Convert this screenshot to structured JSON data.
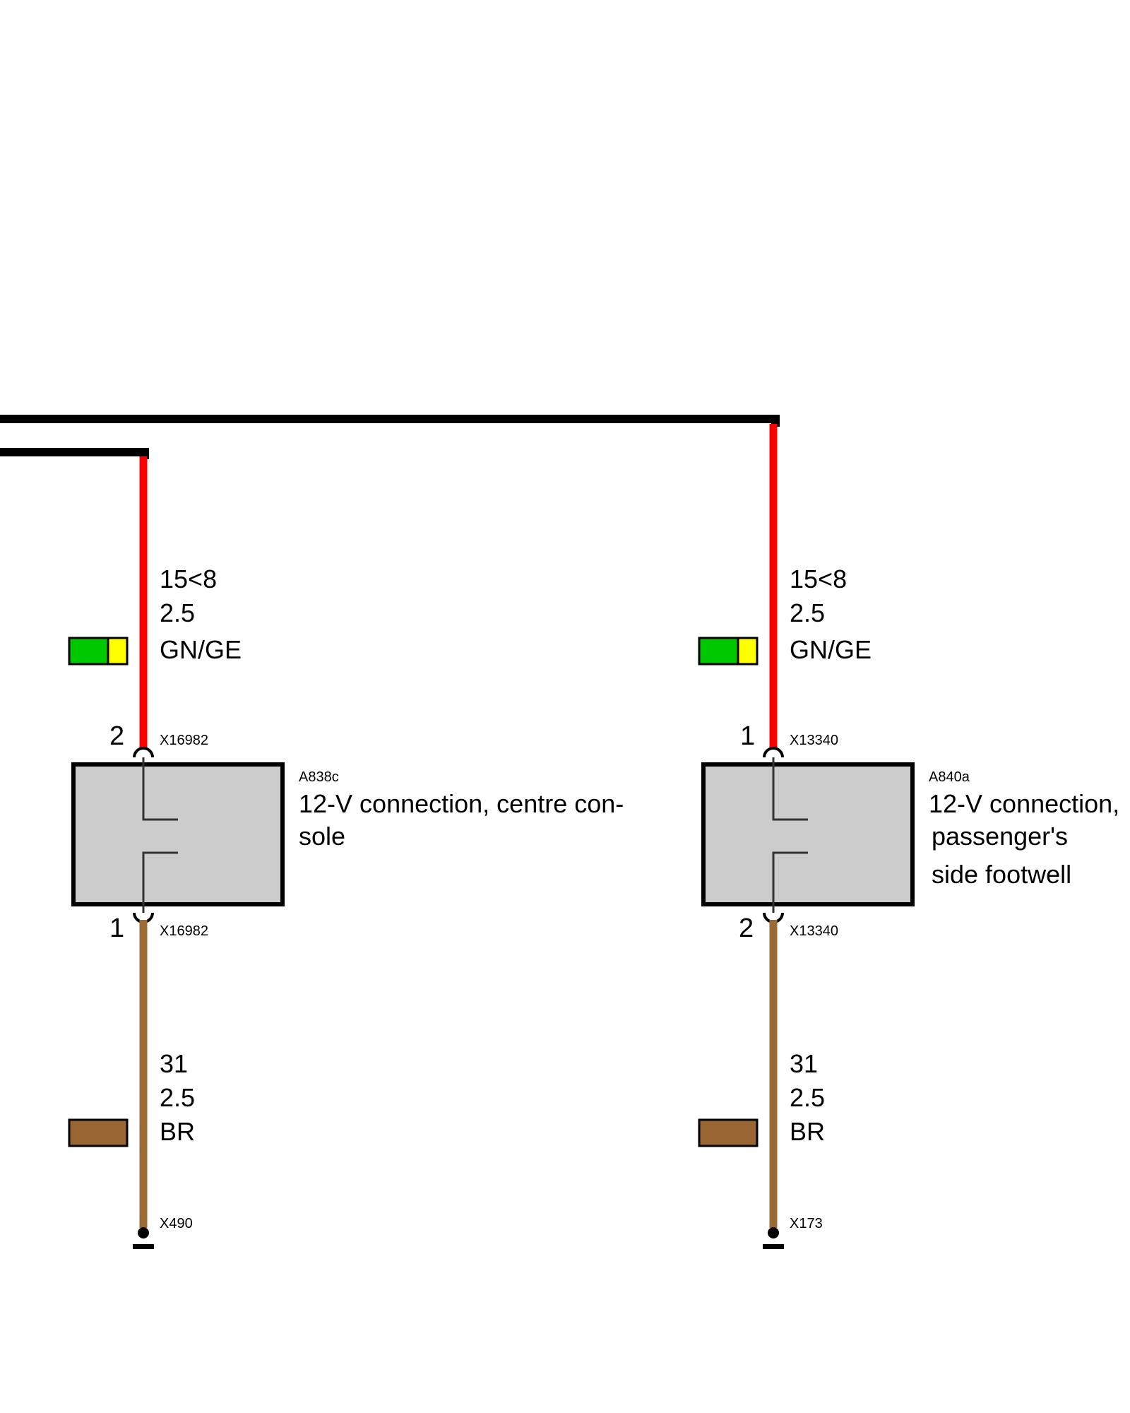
{
  "colors": {
    "harness": "#000000",
    "red_wire": "#ff0000",
    "brown_wire": "#9b6b35",
    "green": "#00c800",
    "yellow": "#ffff00",
    "brown": "#996633",
    "component_fill": "#cccccc"
  },
  "left": {
    "top_wire": {
      "signal": "15<8",
      "gauge": "2.5",
      "color_code": "GN/GE"
    },
    "connector_top": {
      "pin": "2",
      "id": "X16982"
    },
    "component": {
      "id": "A838c",
      "desc_line1": "12-V connection, centre con-",
      "desc_line2": "sole"
    },
    "connector_bottom": {
      "pin": "1",
      "id": "X16982"
    },
    "bottom_wire": {
      "signal": "31",
      "gauge": "2.5",
      "color_code": "BR"
    },
    "ground": {
      "id": "X490"
    }
  },
  "right": {
    "top_wire": {
      "signal": "15<8",
      "gauge": "2.5",
      "color_code": "GN/GE"
    },
    "connector_top": {
      "pin": "1",
      "id": "X13340"
    },
    "component": {
      "id": "A840a",
      "desc_line1": "12-V connection,",
      "desc_line2": "passenger's",
      "desc_line3": "side footwell"
    },
    "connector_bottom": {
      "pin": "2",
      "id": "X13340"
    },
    "bottom_wire": {
      "signal": "31",
      "gauge": "2.5",
      "color_code": "BR"
    },
    "ground": {
      "id": "X173"
    }
  }
}
